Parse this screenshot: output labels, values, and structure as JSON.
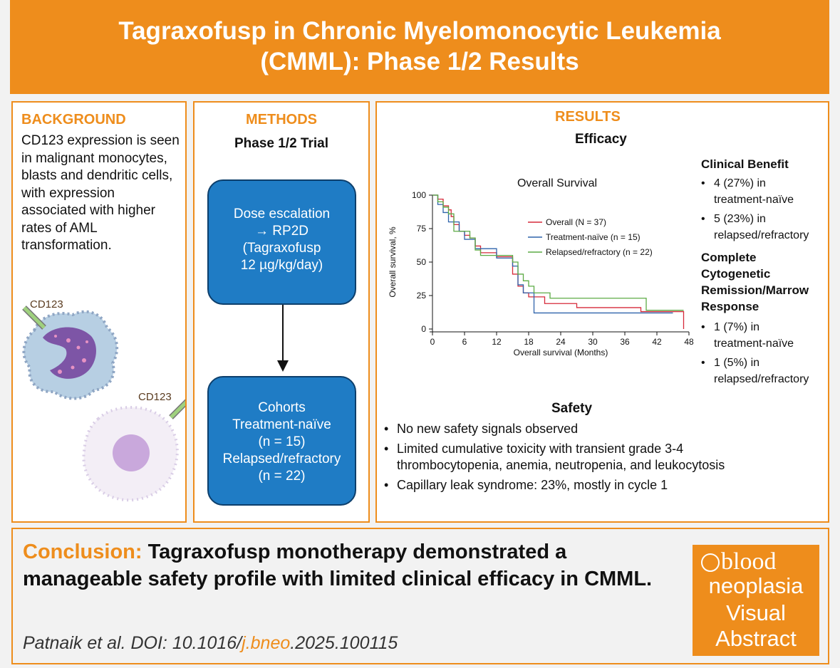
{
  "header": {
    "title_line1": "Tagraxofusp in Chronic Myelomonocytic Leukemia",
    "title_line2": "(CMML): Phase 1/2 Results"
  },
  "background": {
    "heading": "BACKGROUND",
    "text": "CD123 expression is seen in malignant monocytes, blasts and dendritic cells, with expression associated with higher rates of AML transformation.",
    "cell_label_1": "CD123",
    "cell_label_2": "CD123"
  },
  "methods": {
    "heading": "METHODS",
    "subheading": "Phase 1/2 Trial",
    "box1": [
      "Dose escalation",
      "→ RP2D",
      "(Tagraxofusp",
      "12 µg/kg/day)"
    ],
    "box2": [
      "Cohorts",
      "Treatment-naïve",
      "(n = 15)",
      "Relapsed/refractory",
      "(n = 22)"
    ]
  },
  "results": {
    "heading": "RESULTS",
    "efficacy_heading": "Efficacy",
    "clinical_benefit_heading": "Clinical Benefit",
    "clinical_benefit_items": [
      [
        "4 (27%) in",
        "treatment-naïve"
      ],
      [
        "5 (23%) in",
        "relapsed/refractory"
      ]
    ],
    "ccr_heading_lines": [
      "Complete",
      "Cytogenetic",
      "Remission/Marrow",
      "Response"
    ],
    "ccr_items": [
      [
        "1 (7%) in",
        "treatment-naïve"
      ],
      [
        "1 (5%) in",
        "relapsed/refractory"
      ]
    ],
    "safety_heading": "Safety",
    "safety_items": [
      "No new safety signals observed",
      "Limited cumulative toxicity with transient grade 3-4 thrombocytopenia, anemia, neutropenia, and leukocytosis",
      "Capillary leak syndrome: 23%, mostly in cycle 1"
    ]
  },
  "chart_data": {
    "type": "line",
    "title": "Overall Survival",
    "xlabel": "Overall survival (Months)",
    "ylabel": "Overall survival, %",
    "xlim": [
      0,
      48
    ],
    "ylim": [
      0,
      100
    ],
    "x_ticks": [
      0,
      6,
      12,
      18,
      24,
      30,
      36,
      42,
      48
    ],
    "y_ticks": [
      0,
      25,
      50,
      75,
      100
    ],
    "legend_position": "top-right",
    "series": [
      {
        "name": "Overall (N = 37)",
        "color": "#d62a3a",
        "step": true,
        "x": [
          0,
          1,
          2,
          3,
          3.5,
          4,
          5,
          6,
          7,
          8,
          9,
          12,
          15,
          16,
          17,
          18,
          21,
          27,
          39,
          44,
          47
        ],
        "y": [
          100,
          97,
          92,
          89,
          84,
          78,
          73,
          70,
          68,
          62,
          57,
          54,
          41,
          32,
          27,
          24,
          19,
          16,
          13,
          13,
          0
        ]
      },
      {
        "name": "Treatment-naïve (n = 15)",
        "color": "#2e63ab",
        "step": true,
        "x": [
          0,
          1,
          2,
          3,
          4,
          5,
          6,
          8,
          12,
          15,
          16,
          17,
          19,
          36,
          45
        ],
        "y": [
          100,
          93,
          87,
          80,
          80,
          73,
          67,
          60,
          53,
          47,
          33,
          27,
          12,
          12,
          12
        ]
      },
      {
        "name": "Relapsed/refractory (n = 22)",
        "color": "#5cab45",
        "step": true,
        "x": [
          0,
          1,
          2,
          3,
          4,
          6,
          7,
          8,
          9,
          12,
          15,
          16,
          17,
          18,
          19,
          22,
          40,
          47
        ],
        "y": [
          100,
          95,
          91,
          86,
          73,
          73,
          68,
          59,
          55,
          55,
          50,
          41,
          36,
          32,
          27,
          23,
          14,
          14
        ]
      }
    ]
  },
  "conclusion": {
    "label": "Conclusion:",
    "text": "Tagraxofusp monotherapy demonstrated a manageable safety profile with limited clinical efficacy in CMML.",
    "citation_prefix": "Patnaik et al. DOI: 10.1016/",
    "citation_highlight": "j.bneo",
    "citation_suffix": ".2025.100115"
  },
  "logo": {
    "brand": "blood",
    "line2": "neoplasia",
    "line3": "Visual",
    "line4": "Abstract"
  },
  "colors": {
    "accent": "#ee8d1c",
    "box_blue": "#1f7cc5"
  }
}
